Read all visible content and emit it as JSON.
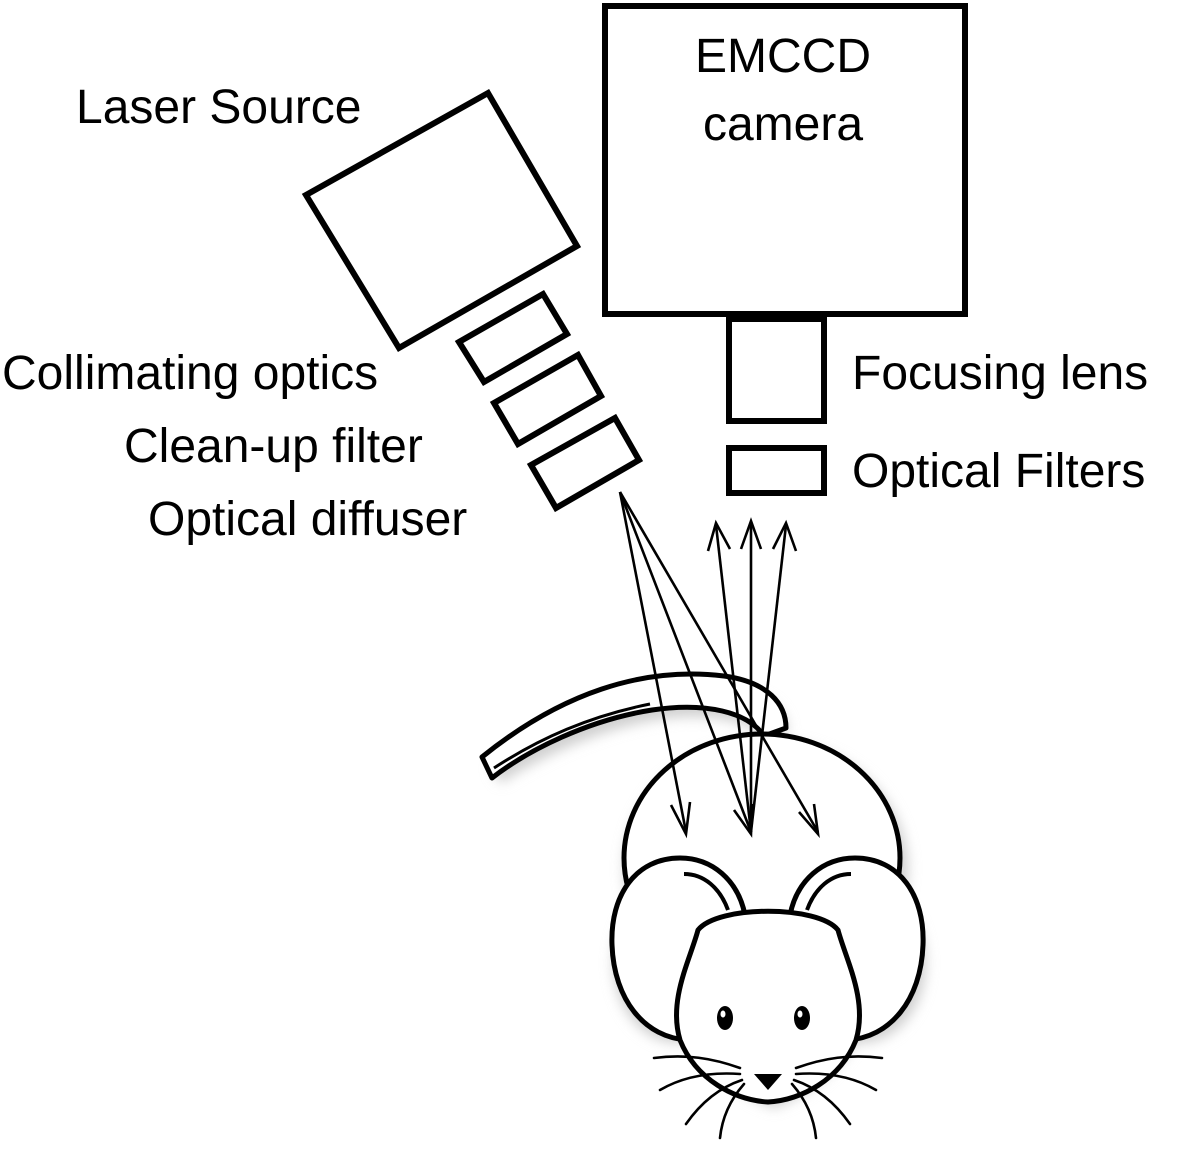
{
  "diagram": {
    "camera": {
      "line1": "EMCCD",
      "line2": "camera"
    },
    "labels": {
      "laser_source": "Laser Source",
      "collimating_optics": "Collimating optics",
      "cleanup_filter": "Clean-up filter",
      "optical_diffuser": "Optical diffuser",
      "focusing_lens": "Focusing lens",
      "optical_filters": "Optical Filters"
    },
    "icons": {
      "subject": "mouse-icon"
    }
  }
}
